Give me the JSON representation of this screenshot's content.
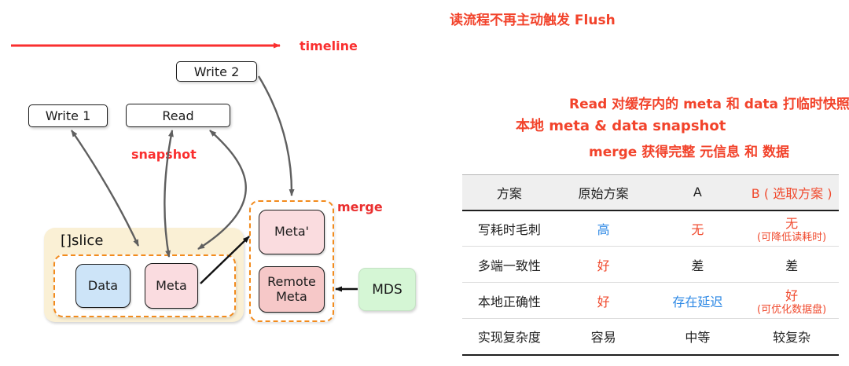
{
  "annotations": {
    "top_note": "读流程不再主动触发 Flush",
    "read_snapshot_note": "Read 对缓存内的 meta 和 data 打临时快照",
    "local_snapshot_note": "本地 meta & data snapshot",
    "merge_note": "merge 获得完整 元信息 和 数据"
  },
  "diagram": {
    "timeline_label": "timeline",
    "snapshot_label": "snapshot",
    "merge_label": "merge",
    "slice_label": "[]slice",
    "boxes": {
      "write1": "Write 1",
      "write2": "Write 2",
      "read": "Read",
      "data": "Data",
      "meta": "Meta",
      "meta_prime": "Meta'",
      "remote_meta": "Remote Meta",
      "mds": "MDS"
    }
  },
  "table": {
    "headers": [
      {
        "text": "方案"
      },
      {
        "text": "原始方案"
      },
      {
        "text": "A"
      },
      {
        "text": "B ( 选取方案 )"
      }
    ],
    "rows": [
      {
        "cells": [
          {
            "text": "写耗时毛刺"
          },
          {
            "text": "高"
          },
          {
            "text": "无"
          },
          {
            "text": "无",
            "note": "(可降低读耗时)"
          }
        ]
      },
      {
        "cells": [
          {
            "text": "多端一致性"
          },
          {
            "text": "好"
          },
          {
            "text": "差"
          },
          {
            "text": "差"
          }
        ]
      },
      {
        "cells": [
          {
            "text": "本地正确性"
          },
          {
            "text": "好"
          },
          {
            "text": "存在延迟"
          },
          {
            "text": "好",
            "note": "(可优化数据盘)"
          }
        ]
      },
      {
        "cells": [
          {
            "text": "实现复杂度"
          },
          {
            "text": "容易"
          },
          {
            "text": "中等"
          },
          {
            "text": "较复杂"
          }
        ]
      }
    ]
  },
  "colors": {
    "red_label": "#fa2f2f",
    "annotation_red": "#f2432b",
    "table_red": "#f04a2e",
    "table_blue": "#2e89e5",
    "dashed_orange": "#f28b1d",
    "slice_fill": "#faf0d5",
    "data_fill": "#cde4f8",
    "meta_fill": "#fadce0",
    "remote_meta_fill": "#f6c8c8",
    "mds_fill": "#d5f6d5",
    "header_fill": "#efefef"
  }
}
